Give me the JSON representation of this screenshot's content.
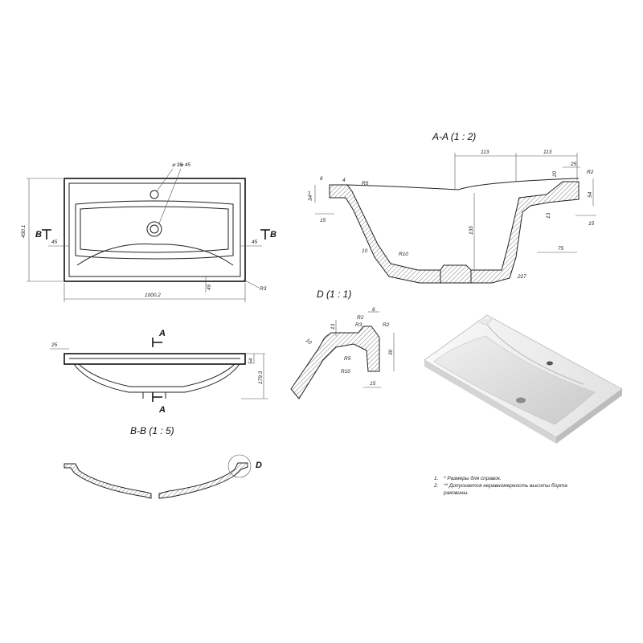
{
  "views": {
    "section_aa_title": "A-A (1 : 2)",
    "detail_d_title": "D (1 : 1)",
    "section_bb_title": "B-B (1 : 5)"
  },
  "markers": {
    "a": "A",
    "b": "B",
    "d": "D"
  },
  "plan": {
    "dia_small": "⌀ 35",
    "dia_large": "⌀ 45",
    "height": "450.1",
    "width": "1000.2",
    "left_offset": "45",
    "right_offset": "45",
    "bottom_offset": "45",
    "corner_radius": "R3"
  },
  "side": {
    "rim": "25",
    "depth1": "54",
    "depth2": "179.3"
  },
  "section_aa": {
    "d_113_left": "113",
    "d_113_right": "113",
    "d_25": "25",
    "d_20": "20",
    "r2": "R2",
    "d_54": "54",
    "d_6": "6",
    "d_4": "4",
    "r5": "R5",
    "d_34": "34**",
    "d_15_left": "15",
    "d_135": "135",
    "d_13": "13",
    "d_15_right": "15",
    "d_10": "10",
    "r10": "R10",
    "d_75": "75",
    "d_227": "227"
  },
  "detail_d": {
    "d_6": "6",
    "r2_a": "R2",
    "r3": "R3",
    "r2_b": "R2",
    "d_13": "13",
    "d_10": "10",
    "r5": "R5",
    "r10": "R10",
    "d_30": "30",
    "d_15": "15"
  },
  "notes": [
    {
      "num": "1.",
      "text": "* Размеры для справок."
    },
    {
      "num": "2.",
      "text": "** Допускается неравномерность высоты борта"
    },
    {
      "num": "",
      "text": "раковины."
    }
  ]
}
